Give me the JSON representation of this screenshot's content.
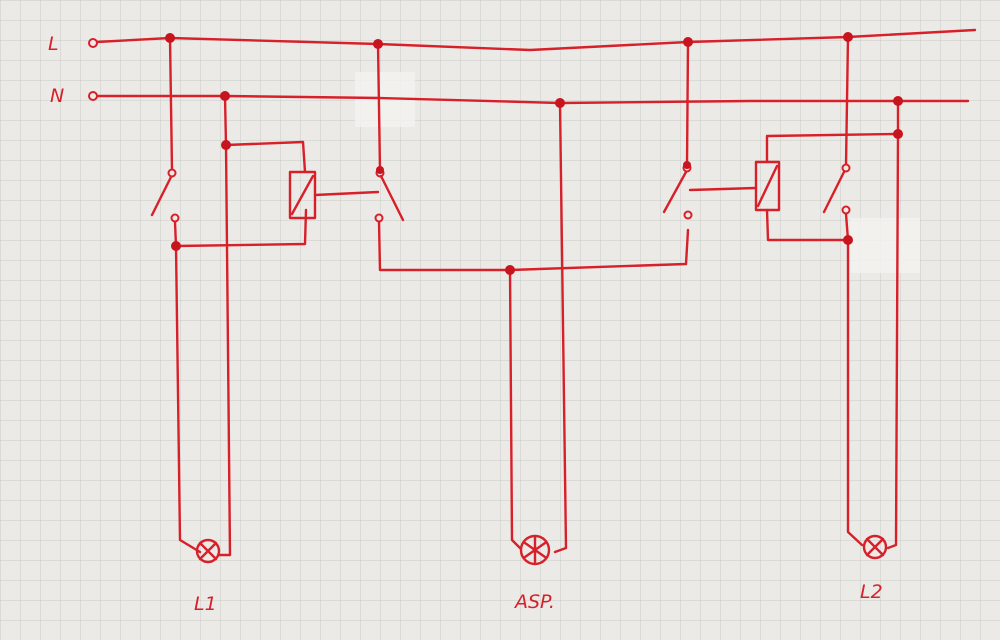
{
  "diagram": {
    "line_colors": {
      "wire": "#d8202a",
      "paper": "#ebeae6",
      "grid": "#c9c9c6"
    },
    "bus_labels": {
      "live": "L",
      "neutral": "N"
    },
    "load_labels": {
      "lamp1": "L1",
      "fan": "ASP.",
      "lamp2": "L2"
    },
    "icons": {
      "lamp": "circle-with-x",
      "fan": "circle-with-asterisk",
      "relay_coil": "rectangle-with-diagonal",
      "switch": "open-contact"
    }
  }
}
